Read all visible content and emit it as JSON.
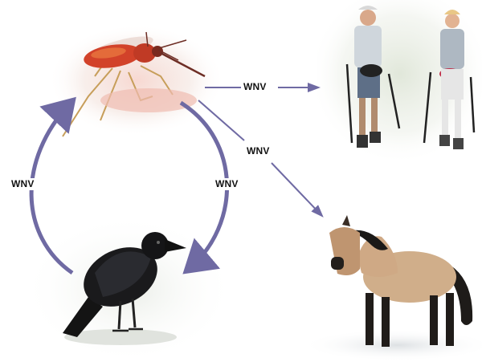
{
  "labels": {
    "mosquito_to_humans": "WNV",
    "mosquito_to_horse": "WNV",
    "bird_to_mosquito": "WNV",
    "mosquito_to_bird": "WNV"
  },
  "colors": {
    "cycle_arrow": "#6f6aa3",
    "spillover_arrow": "#6f6aa3"
  },
  "images": {
    "mosquito": "mosquito-illustration",
    "humans": "walking-people-illustration",
    "bird": "crow-illustration",
    "horse": "horse-illustration"
  }
}
